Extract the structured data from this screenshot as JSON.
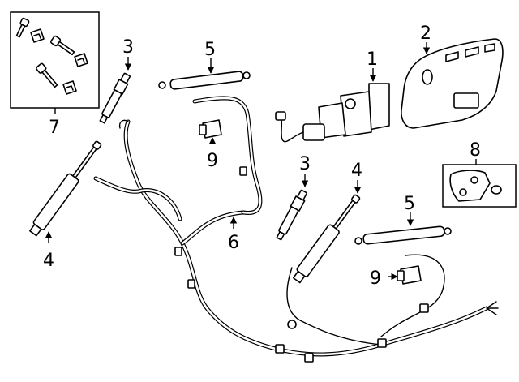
{
  "callouts": {
    "c1": "1",
    "c2": "2",
    "c3a": "3",
    "c3b": "3",
    "c4a": "4",
    "c4b": "4",
    "c5a": "5",
    "c5b": "5",
    "c6": "6",
    "c7": "7",
    "c8": "8",
    "c9a": "9",
    "c9b": "9"
  },
  "colors": {
    "line": "#000000",
    "background": "#ffffff"
  }
}
